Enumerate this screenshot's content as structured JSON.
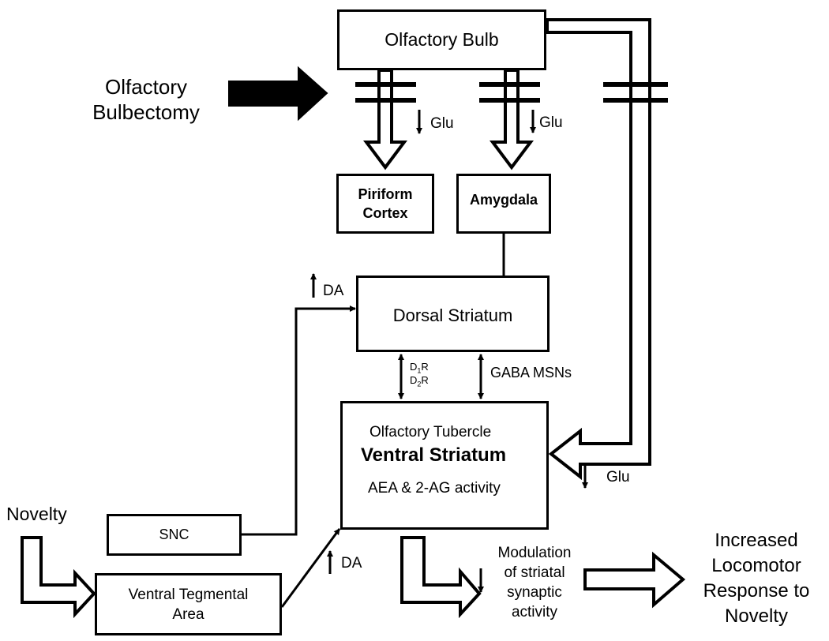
{
  "boxes": {
    "olfactory_bulb": "Olfactory Bulb",
    "piriform_cortex_1": "Piriform",
    "piriform_cortex_2": "Cortex",
    "amygdala": "Amygdala",
    "dorsal_striatum": "Dorsal Striatum",
    "olfactory_tubercle": "Olfactory Tubercle",
    "ventral_striatum": "Ventral Striatum",
    "aea_2ag": "AEA & 2-AG activity",
    "snc": "SNC",
    "vta_1": "Ventral Tegmental",
    "vta_2": "Area"
  },
  "labels": {
    "olfactory_bulbectomy_1": "Olfactory",
    "olfactory_bulbectomy_2": "Bulbectomy",
    "glu_left": "Glu",
    "glu_mid": "Glu",
    "glu_right": "Glu",
    "da_top": "DA",
    "da_bottom": "DA",
    "d1r": "D",
    "d1r_sub": "1",
    "d1r_suffix": "R",
    "d2r": "D",
    "d2r_sub": "2",
    "d2r_suffix": "R",
    "gaba_msns": "GABA MSNs",
    "novelty": "Novelty",
    "modulation_1": "Modulation",
    "modulation_2": "of striatal",
    "modulation_3": "synaptic",
    "modulation_4": "activity",
    "increased_1": "Increased",
    "increased_2": "Locomotor",
    "increased_3": "Response to",
    "increased_4": "Novelty"
  }
}
